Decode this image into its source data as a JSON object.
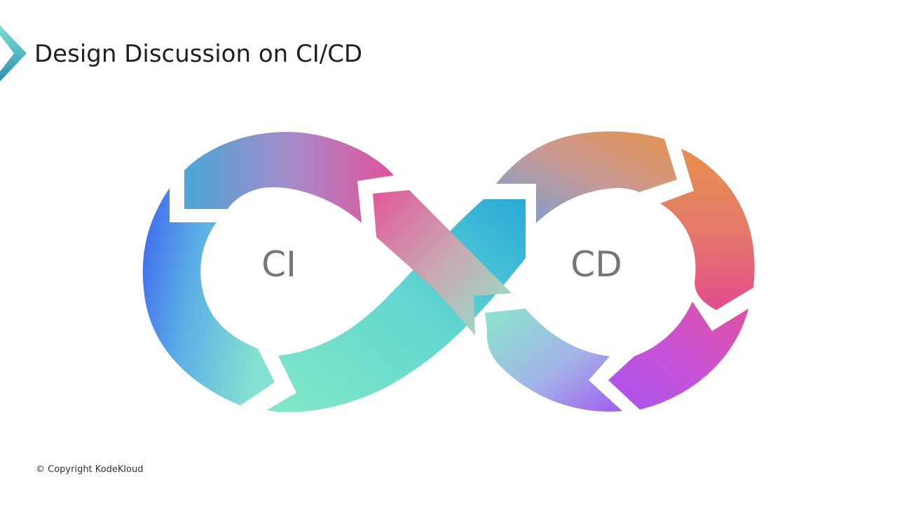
{
  "slide": {
    "title": "Design Discussion on CI/CD",
    "copyright": "© Copyright KodeKloud"
  },
  "diagram": {
    "left_loop_label": "CI",
    "right_loop_label": "CD"
  },
  "colors": {
    "title_text": "#1f1f1f",
    "label_text": "#767676",
    "corner_mark_light": "#7ee0d3",
    "corner_mark_dark": "#2a8fb0",
    "blue": "#3f66ee",
    "sky": "#4fb2df",
    "cyan": "#2aaed8",
    "mint": "#84e6cc",
    "lavender": "#a086c9",
    "pink": "#e0509a",
    "orange": "#e6914e",
    "purple": "#b054ee"
  }
}
